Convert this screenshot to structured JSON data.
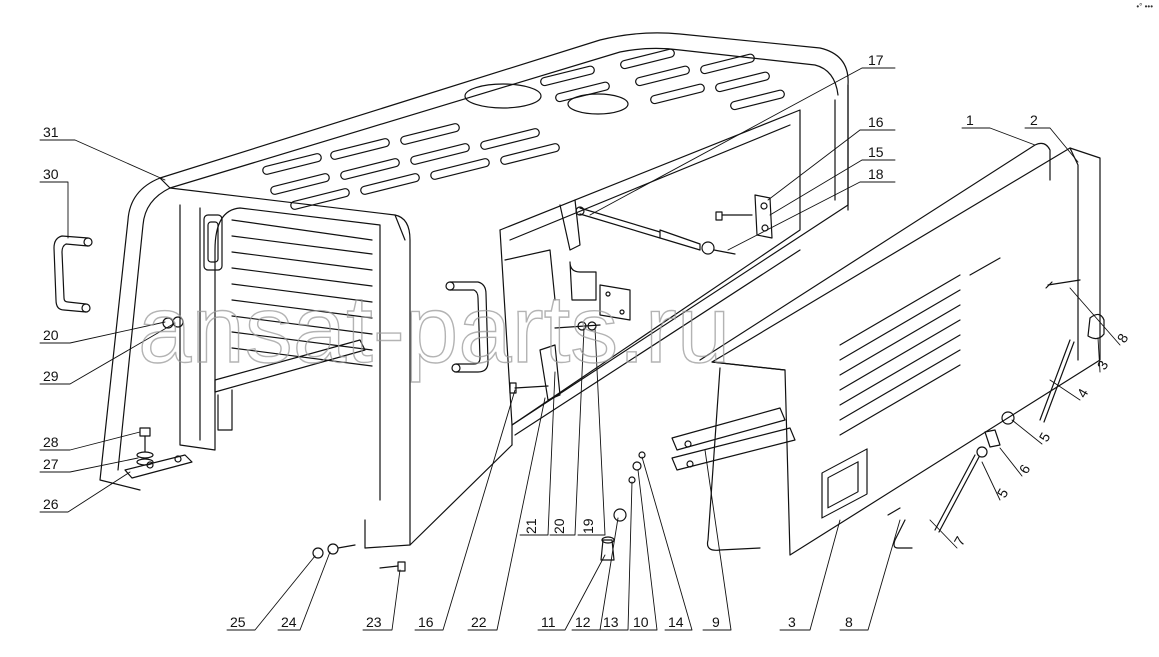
{
  "corner_mark": "•° •••",
  "watermark": "ansat-parts.ru",
  "callouts": [
    "31",
    "30",
    "20",
    "29",
    "28",
    "27",
    "26",
    "25",
    "24",
    "23",
    "16",
    "22",
    "21",
    "20",
    "19",
    "11",
    "12",
    "13",
    "10",
    "14",
    "9",
    "3",
    "8",
    "7",
    "5",
    "6",
    "5",
    "4",
    "3",
    "8",
    "18",
    "15",
    "16",
    "17",
    "1",
    "2"
  ]
}
